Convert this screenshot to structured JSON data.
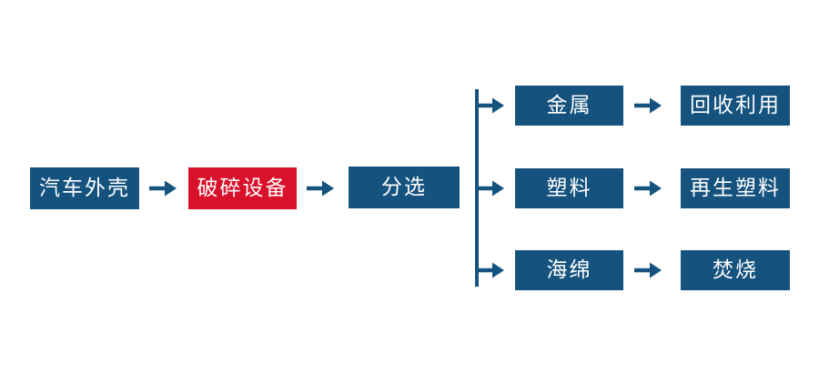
{
  "colors": {
    "node_blue": "#15537E",
    "node_red": "#D9112A",
    "arrow_blue": "#15537E",
    "text_white": "#FFFFFF",
    "background": "#FFFFFF"
  },
  "flow": {
    "main": [
      {
        "label": "汽车外壳",
        "color": "blue"
      },
      {
        "label": "破碎设备",
        "color": "red"
      },
      {
        "label": "分选",
        "color": "blue"
      }
    ],
    "branches": [
      {
        "item": "金属",
        "result": "回收利用"
      },
      {
        "item": "塑料",
        "result": "再生塑料"
      },
      {
        "item": "海绵",
        "result": "焚烧"
      }
    ]
  }
}
